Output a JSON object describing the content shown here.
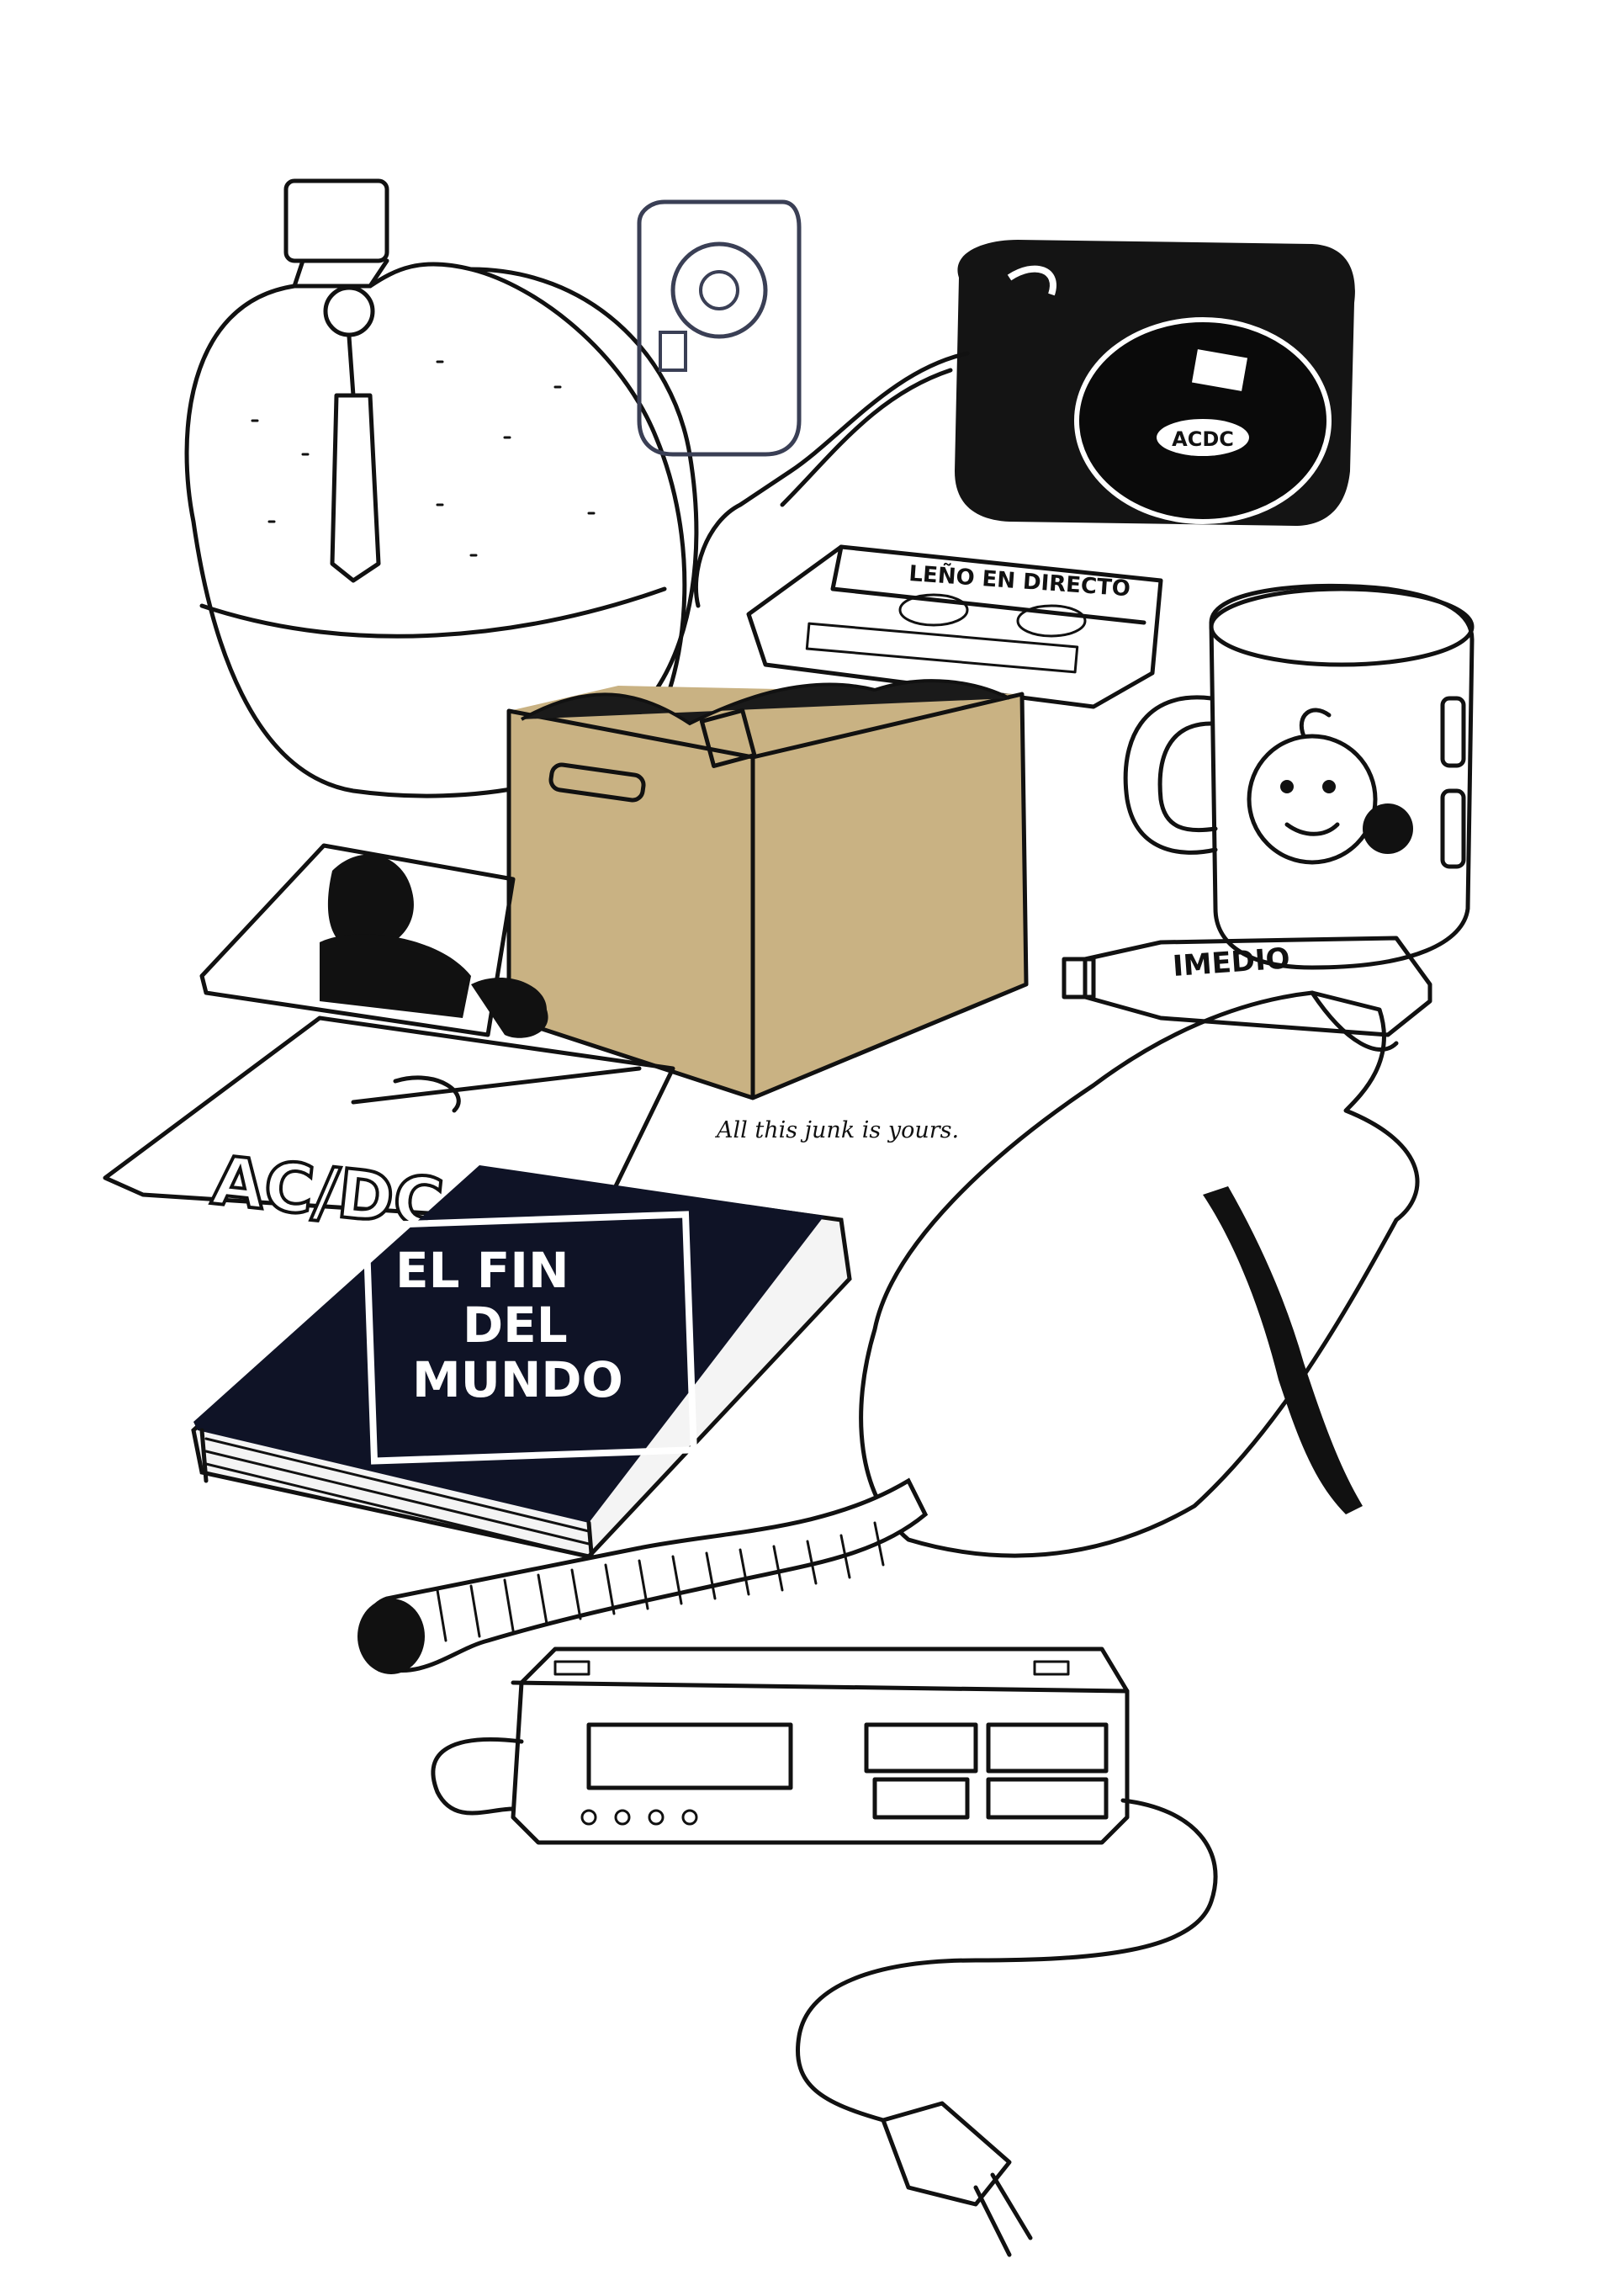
{
  "caption": "All this junk is yours.",
  "items": {
    "book_title_line1": "EL FIN",
    "book_title_line2": "DEL",
    "book_title_line3": "MUNDO",
    "cassette_label": "LEÑO EN DIRECTO",
    "tube_label": "IMEDIO",
    "poster_label": "AC/DC"
  },
  "colors": {
    "ink": "#111111",
    "box": "#c9b283",
    "box_dark": "#a8905f",
    "paper": "#ffffff"
  }
}
